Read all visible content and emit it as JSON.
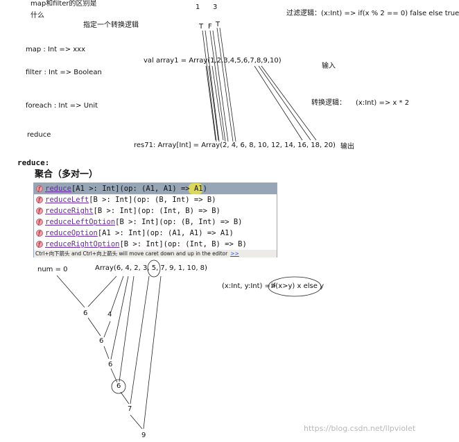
{
  "top": {
    "title_line1": "map和filter的区别是",
    "title_line2": "什么",
    "specify": "指定一个转换逻辑",
    "num1": "1",
    "num3": "3",
    "filter_logic": "过滤逻辑：(x:Int) => if(x % 2 == 0) false else true",
    "tf_t1": "T",
    "tf_f": "F",
    "tf_t2": "T",
    "map_sig": "map :  Int => xxx",
    "filter_sig": "filter :  Int => Boolean",
    "foreach_sig": "foreach :  Int => Unit",
    "reduce_label": "reduce",
    "val_array": "val array1 = Array(1,2,3,4,5,6,7,8,9,10)",
    "input": "输入",
    "transform_logic_label": "转换逻辑：",
    "transform_logic": "(x:Int) => x * 2",
    "res": "res71: Array[Int] = Array(2, 4, 6, 8, 10, 12, 14, 16, 18, 20)",
    "output": "输出"
  },
  "middle": {
    "reduce_heading": "reduce:",
    "aggregate": "聚合（多对一）"
  },
  "popup": {
    "items": [
      {
        "name": "reduce",
        "sig": "[A1 >: Int](op: (A1, A1) => A1)"
      },
      {
        "name": "reduceLeft",
        "sig": "[B >: Int](op: (B, Int) => B)"
      },
      {
        "name": "reduceRight",
        "sig": "[B >: Int](op: (Int, B) => B)"
      },
      {
        "name": "reduceLeftOption",
        "sig": "[B >: Int](op: (B, Int) => B)"
      },
      {
        "name": "reduceOption",
        "sig": "[A1 >: Int](op: (A1, A1) => A1)"
      },
      {
        "name": "reduceRightOption",
        "sig": "[B >: Int](op: (Int, B) => B)"
      }
    ],
    "footer": "Ctrl+向下箭头 and Ctrl+向上箭头 will move caret down and up in the editor",
    "more": ">>"
  },
  "tree": {
    "num": "num = 0",
    "array": "Array(6, 4, 2, 3, 5, 7, 9, 1, 10, 8)",
    "lambda_prefix": "(x:Int, y:Int) =>",
    "lambda_body": "if(x>y) x else y",
    "nodes": [
      "6",
      "4",
      "6",
      "6",
      "6",
      "7",
      "9"
    ]
  },
  "watermark": "https://blog.csdn.net/llpviolet"
}
